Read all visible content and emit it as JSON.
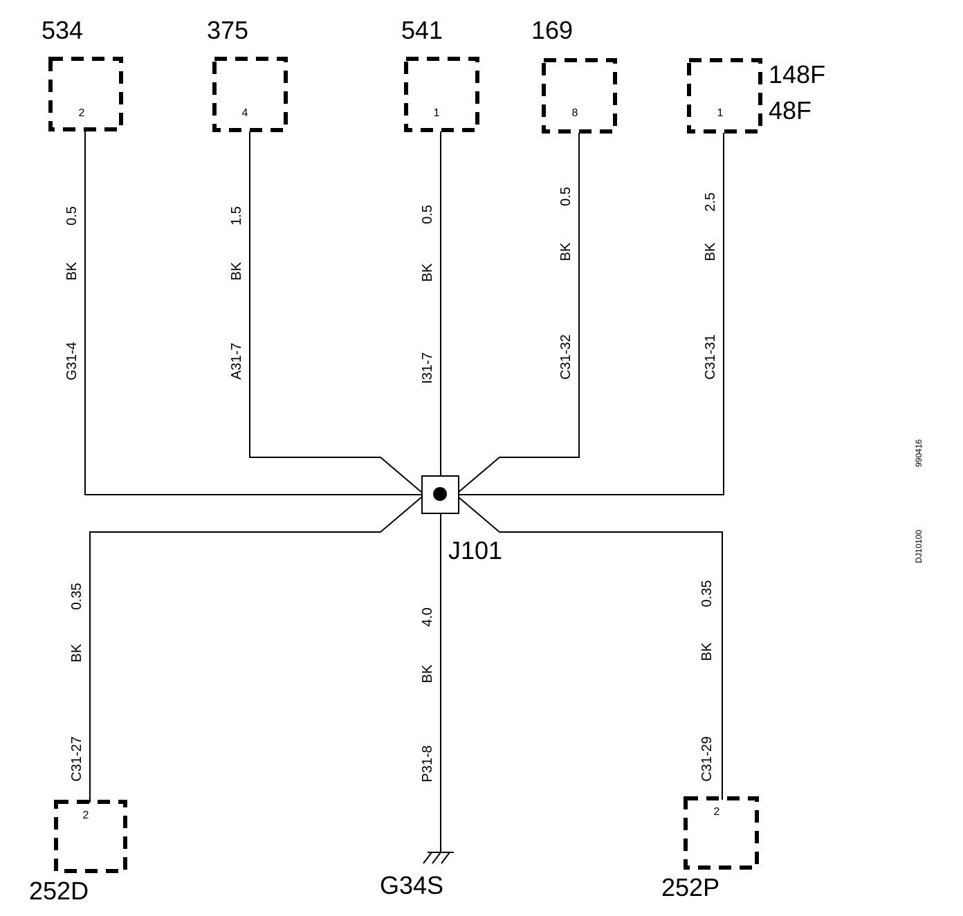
{
  "connectors_top": [
    {
      "id": "534",
      "pin": "2"
    },
    {
      "id": "375",
      "pin": "4"
    },
    {
      "id": "541",
      "pin": "1"
    },
    {
      "id": "169",
      "pin": "8"
    },
    {
      "id": "148F",
      "id2": "48F",
      "pin": "1"
    }
  ],
  "connectors_bottom": [
    {
      "id": "252D",
      "pin": "2"
    },
    {
      "id": "252P",
      "pin": "2"
    }
  ],
  "wires": [
    {
      "size": "0.5",
      "color": "BK",
      "circuit": "G31-4"
    },
    {
      "size": "1.5",
      "color": "BK",
      "circuit": "A31-7"
    },
    {
      "size": "0.5",
      "color": "BK",
      "circuit": "I31-7"
    },
    {
      "size": "0.5",
      "color": "BK",
      "circuit": "C31-32"
    },
    {
      "size": "2.5",
      "color": "BK",
      "circuit": "C31-31"
    },
    {
      "size": "0.35",
      "color": "BK",
      "circuit": "C31-27"
    },
    {
      "size": "4.0",
      "color": "BK",
      "circuit": "P31-8"
    },
    {
      "size": "0.35",
      "color": "BK",
      "circuit": "C31-29"
    }
  ],
  "splice": "J101",
  "ground": "G34S",
  "side_codes": [
    "990416",
    "DJ10100"
  ]
}
